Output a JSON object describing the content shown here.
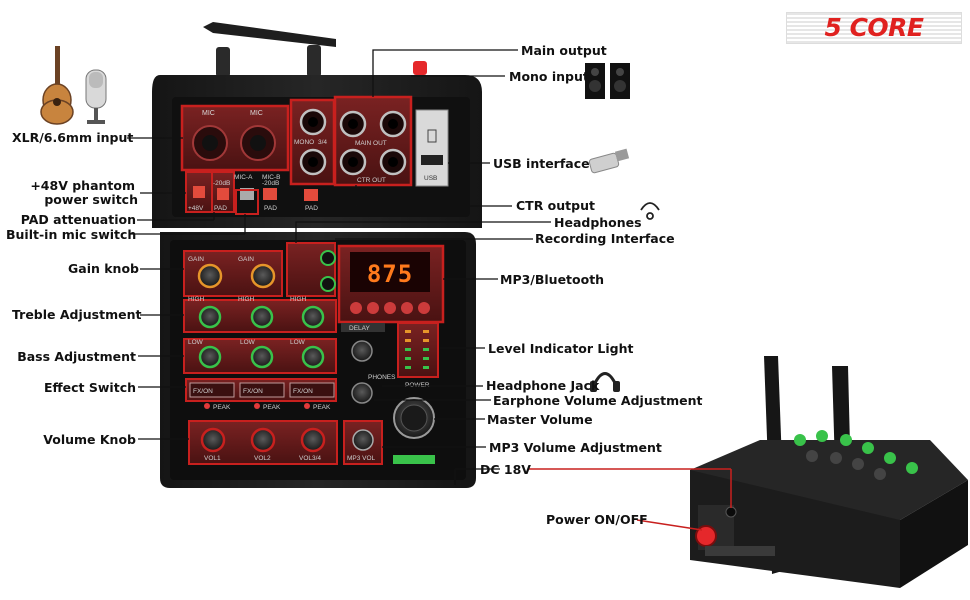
{
  "brand": {
    "logo_text": "5 CORE",
    "accent": "#e0211f"
  },
  "device": {
    "display_reading": "875",
    "mic_labels": [
      "MIC",
      "MIC"
    ],
    "switch_labels": [
      "MIC-A",
      "MIC-B"
    ],
    "pad_labels": [
      "-20dB",
      "PAD",
      "-20dB",
      "PAD",
      "PAD"
    ],
    "phantom_label": "+48V",
    "jack_labels": [
      "MONO",
      "3/4",
      "MAIN OUT",
      "CTR OUT",
      "USB"
    ],
    "channel_labels": [
      "GAIN",
      "GAIN",
      "HIGH",
      "HIGH",
      "HIGH",
      "LOW",
      "LOW",
      "LOW"
    ],
    "fx_labels": [
      "FX/ON",
      "FX/ON",
      "FX/ON"
    ],
    "peak_labels": [
      "PEAK",
      "PEAK",
      "PEAK"
    ],
    "vol_labels": [
      "VOL1",
      "VOL2",
      "VOL3/4"
    ],
    "delay_label": "DELAY",
    "phones_label": "PHONES",
    "power_label": "POWER",
    "mp3_vol_label": "MP3 VOL"
  },
  "callouts": {
    "xlr_input": "XLR/6.6mm input",
    "phantom_power_1": "+48V phantom",
    "phantom_power_2": "power switch",
    "pad_attenuation": "PAD attenuation",
    "builtin_mic": "Built-in mic switch",
    "gain_knob": "Gain knob",
    "treble": "Treble Adjustment",
    "bass": "Bass Adjustment",
    "effect_switch": "Effect Switch",
    "volume_knob": "Volume Knob",
    "main_output": "Main output",
    "mono_input": "Mono input",
    "usb_interface": "USB interface",
    "ctr_output": "CTR output",
    "headphones": "Headphones",
    "recording_interface": "Recording Interface",
    "mp3_bluetooth": "MP3/Bluetooth",
    "level_indicator": "Level Indicator Light",
    "headphone_jack": "Headphone Jack",
    "earphone_volume": "Earphone Volume Adjustment",
    "master_volume": "Master Volume",
    "mp3_volume": "MP3 Volume Adjustment",
    "dc_18v": "DC 18V",
    "power_switch": "Power ON/OFF"
  },
  "colors": {
    "highlight_red": "#c8201e",
    "leader_line": "#111111",
    "device_body": "#1c1c1c",
    "knob_green": "#39c24a",
    "knob_orange": "#e6952a",
    "lcd_orange": "#ff7a1c"
  },
  "icons": [
    "acoustic-guitar-icon",
    "condenser-microphone-icon",
    "speaker-icon",
    "usb-drive-icon",
    "headset-icon",
    "headphones-icon"
  ]
}
